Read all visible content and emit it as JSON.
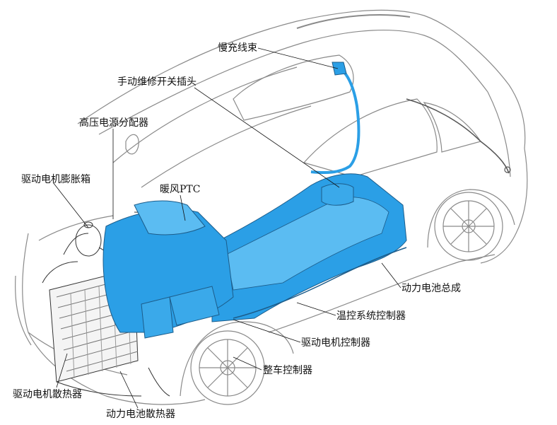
{
  "diagram": {
    "labels": {
      "slow_charge_harness": "慢充线束",
      "manual_service_plug": "手动维修开关插头",
      "hv_distribution_box": "高压电源分配器",
      "motor_expansion_tank": "驱动电机膨胀箱",
      "ptc_heater": "暖风PTC",
      "battery_assembly": "动力电池总成",
      "thermal_controller": "温控系统控制器",
      "motor_controller": "驱动电机控制器",
      "vehicle_controller": "整车控制器",
      "motor_radiator": "驱动电机散热器",
      "battery_radiator": "动力电池散热器"
    },
    "colors": {
      "highlight_blue": "#2b9fe6",
      "highlight_blue_light": "#5bbcf2",
      "outline": "#333333",
      "body_line": "#8a8a8a"
    }
  }
}
